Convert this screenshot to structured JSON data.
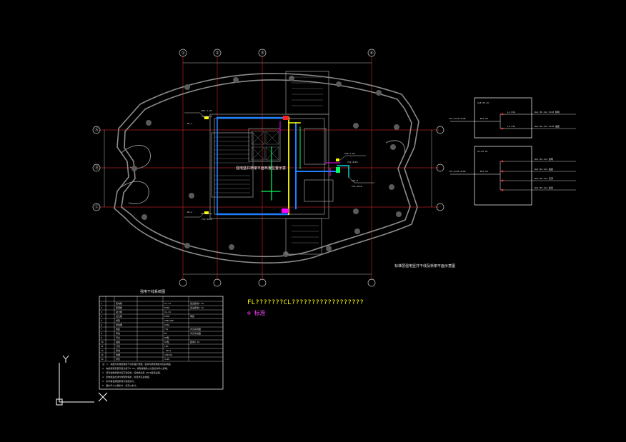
{
  "grid": {
    "columns": [
      "①",
      "②",
      "③",
      "⑥"
    ],
    "rows": [
      "Ⓐ",
      "Ⓑ",
      "Ⓒ"
    ]
  },
  "legend_title": "强电干线系统图",
  "note_yellow": "FL???????CL??????????????????",
  "note_magenta": "标准",
  "floor_label": "标准层强电竖井干线及桥架平面示意图",
  "plan_annotation": "强电竖井桥架平面布置位置示意",
  "axes": {
    "x": "X",
    "y": "Y"
  },
  "colors": {
    "background": "#000000",
    "wall": "#8c8c8c",
    "grid": "#b02020",
    "cable_blue": "#1f7fff",
    "cable_yellow": "#ffff00",
    "cable_green": "#00ff60",
    "cable_cyan": "#00ffff",
    "cable_magenta": "#ff00ff"
  }
}
